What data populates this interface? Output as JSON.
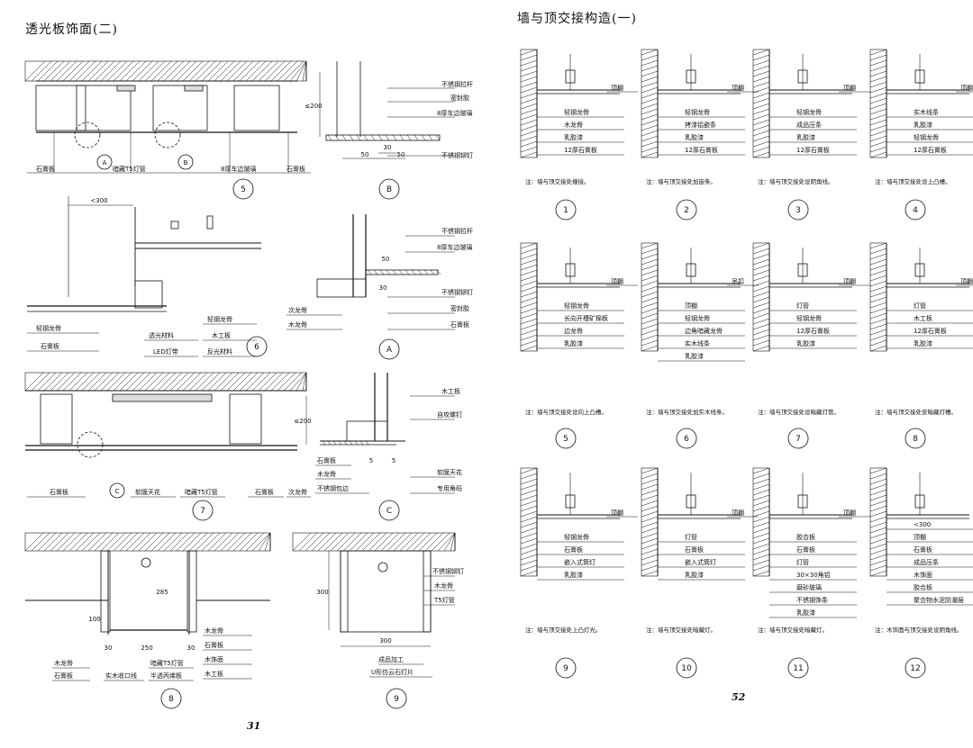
{
  "left": {
    "title": "透光板饰面(二)",
    "page_number": "31",
    "figures": [
      {
        "id": "d5",
        "badge": "5",
        "labels": [
          "石膏板",
          "暗藏T5灯管",
          "8厚车边玻璃",
          "石膏板"
        ],
        "callouts": [
          "A",
          "B"
        ],
        "dims": []
      },
      {
        "id": "dB",
        "badge": "B",
        "labels": [
          "不锈钢拉杆",
          "密封胶",
          "8厚车边玻璃",
          "不锈钢铆钉"
        ],
        "dims": [
          "≤200",
          "30",
          "50",
          "50"
        ]
      },
      {
        "id": "d6",
        "badge": "6",
        "labels": [
          "轻钢龙骨",
          "石膏板",
          "透光材料",
          "LED灯带",
          "轻钢龙骨",
          "木工板",
          "反光材料"
        ],
        "dims": [
          "<300"
        ]
      },
      {
        "id": "dA",
        "badge": "A",
        "labels": [
          "不锈钢拉杆",
          "8厚车边玻璃",
          "不锈钢铆钉",
          "密封胶",
          "石膏板",
          "次龙骨",
          "木龙骨"
        ],
        "dims": [
          "50",
          "30"
        ]
      },
      {
        "id": "d7",
        "badge": "7",
        "labels": [
          "石膏板",
          "软膜天花",
          "暗藏T5灯管",
          "石膏板",
          "次龙骨"
        ],
        "callouts": [
          "C"
        ],
        "dims": [
          "≤200"
        ]
      },
      {
        "id": "dC",
        "badge": "C",
        "labels": [
          "木工板",
          "自攻螺钉",
          "石膏板",
          "木龙骨",
          "不锈钢包边",
          "软膜天花",
          "专用角码"
        ],
        "dims": [
          "5",
          "5"
        ]
      },
      {
        "id": "d8",
        "badge": "8",
        "labels": [
          "木龙骨",
          "石膏板",
          "实木收口线",
          "暗藏T5灯管",
          "半透丙烯板",
          "木龙骨",
          "石膏板",
          "木饰面",
          "木工板"
        ],
        "dims": [
          "100",
          "285",
          "30",
          "250",
          "30"
        ]
      },
      {
        "id": "d9",
        "badge": "9",
        "labels": [
          "不锈钢铆钉",
          "木龙骨",
          "T5灯管",
          "成品加工",
          "U形仿云石灯片"
        ],
        "dims": [
          "300",
          "300"
        ]
      }
    ]
  },
  "right": {
    "title": "墙与顶交接构造(一)",
    "page_number": "52",
    "figures": [
      {
        "id": "r1",
        "badge": "1",
        "labels": [
          "顶棚",
          "轻钢龙骨",
          "木龙骨",
          "乳胶漆",
          "12厚石膏板"
        ],
        "note": "注：墙与顶交接处撞接。"
      },
      {
        "id": "r2",
        "badge": "2",
        "labels": [
          "顶棚",
          "轻钢龙骨",
          "拷漆铝嵌条",
          "乳胶漆",
          "12厚石膏板"
        ],
        "note": "注：墙与顶交接处加嵌条。"
      },
      {
        "id": "r3",
        "badge": "3",
        "labels": [
          "顶棚",
          "轻钢龙骨",
          "成品压条",
          "乳胶漆",
          "12厚石膏板"
        ],
        "note": "注：墙与顶交接处设阴角线。"
      },
      {
        "id": "r4",
        "badge": "4",
        "labels": [
          "顶棚",
          "实木线条",
          "乳胶漆",
          "轻钢龙骨",
          "12厚石膏板"
        ],
        "note": "注：墙与顶交接处设上凸槽。"
      },
      {
        "id": "r5",
        "badge": "5",
        "labels": [
          "顶棚",
          "轻钢龙骨",
          "长向开槽矿棉板",
          "边龙骨",
          "乳胶漆"
        ],
        "note": "注：墙与顶交接处设向上凸槽。"
      },
      {
        "id": "r6",
        "badge": "6",
        "labels": [
          "吊扣",
          "顶棚",
          "轻钢龙骨",
          "边角暗藏龙骨",
          "实木线条",
          "乳胶漆"
        ],
        "note": "注：墙与顶交接处加实木线条。"
      },
      {
        "id": "r7",
        "badge": "7",
        "labels": [
          "顶棚",
          "灯管",
          "轻钢龙骨",
          "12厚石膏板",
          "乳胶漆"
        ],
        "note": "注：墙与顶交接处设暗藏灯管。"
      },
      {
        "id": "r8",
        "badge": "8",
        "labels": [
          "顶棚",
          "灯管",
          "木工板",
          "12厚石膏板",
          "乳胶漆"
        ],
        "note": "注：墙与顶交接处安暗藏灯槽。"
      },
      {
        "id": "r9",
        "badge": "9",
        "labels": [
          "顶棚",
          "轻钢龙骨",
          "石膏板",
          "嵌入式筒灯",
          "乳胶漆"
        ],
        "note": "注：墙与顶交接处上凸灯光。"
      },
      {
        "id": "r10",
        "badge": "10",
        "labels": [
          "顶棚",
          "灯管",
          "石膏板",
          "嵌入式筒灯",
          "乳胶漆"
        ],
        "note": "注：墙与顶交接处暗藏灯。"
      },
      {
        "id": "r11",
        "badge": "11",
        "labels": [
          "顶棚",
          "胶合板",
          "石膏板",
          "灯管",
          "30×30角铝",
          "磨砂玻璃",
          "不锈钢饰条",
          "乳胶漆"
        ],
        "note": "注：墙与顶交接处暗藏灯。"
      },
      {
        "id": "r12",
        "badge": "12",
        "labels": [
          "<300",
          "顶棚",
          "石膏板",
          "成品压条",
          "木饰面",
          "胶合板",
          "聚合物水泥防潮层"
        ],
        "note": "注：木饰面与顶交接处设阴角线。"
      }
    ]
  }
}
